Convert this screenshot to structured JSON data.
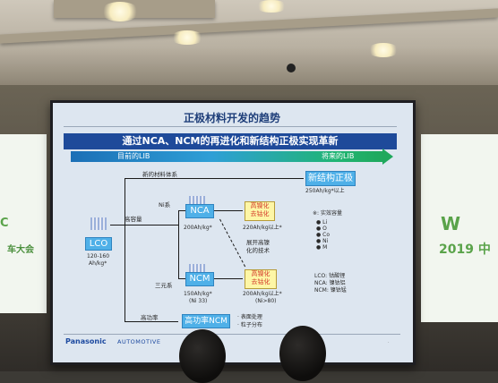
{
  "slide": {
    "title": "正极材料开发的趋势",
    "headline": "通过NCA、NCM的再进化和新结构正极实现革新",
    "arrow_left": "目前的LIB",
    "arrow_right": "将来的LIB",
    "label_new_system": "新的材料体系",
    "label_high_capacity": "高容量",
    "label_ni_series": "Ni系",
    "label_ternary": "三元系",
    "label_high_power": "高功率",
    "lco": {
      "label": "LCO",
      "spec1": "120-160",
      "spec2": "Ah/kg*"
    },
    "nca": {
      "label": "NCA",
      "spec": "200Ah/kg*"
    },
    "ncm": {
      "label": "NCM",
      "spec1": "150Ah/kg*",
      "spec2": "(Ni 33)"
    },
    "new_structure": {
      "label": "新结构正极",
      "spec": "250Ah/kg*以上"
    },
    "high_ni_top": {
      "line1": "高镍化",
      "line2": "去钴化",
      "spec": "220Ah/kg以上*"
    },
    "high_ni_bottom": {
      "line1": "高镍化",
      "line2": "去钴化",
      "spec1": "200Ah/kg以上*",
      "spec2": "(Ni>80)"
    },
    "tech_note": {
      "line1": "展开高镍",
      "line2": "化的技术"
    },
    "legend": {
      "note": "※: 实效容量",
      "items": [
        "Li",
        "O",
        "Co",
        "Ni",
        "M"
      ]
    },
    "abbrev": [
      "LCO: 钴酸锂",
      "NCA: 镍钴铝",
      "NCM: 镍钴锰"
    ],
    "high_power_box": "高功率NCM",
    "surface_notes": [
      "· 表面处理",
      "· 粒子分布"
    ],
    "footer_brand": "Panasonic",
    "footer_sub": "AUTOMOTIVE"
  },
  "side_banner_left": "车大会",
  "side_banner_right": "2019 中",
  "side_banner_right_w": "W",
  "side_banner_left_c": "C",
  "colors": {
    "blue_header": "#1e4a9a",
    "box_blue": "#4fb0e8",
    "box_yellow": "#fdf6a6",
    "red_text": "#d43a2a"
  }
}
